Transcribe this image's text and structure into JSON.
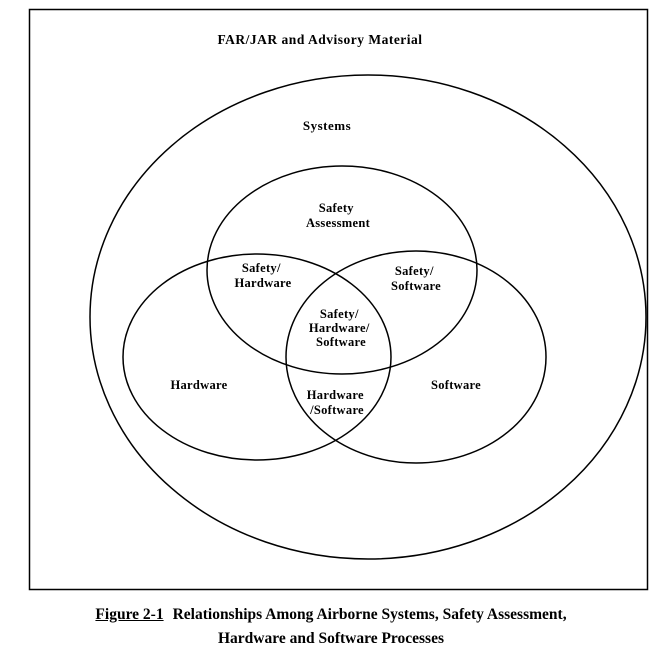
{
  "diagram": {
    "frame_title": "FAR/JAR and Advisory Material",
    "systems_label": "Systems",
    "safety_assessment": {
      "line1": "Safety",
      "line2": "Assessment"
    },
    "safety_hardware": {
      "line1": "Safety/",
      "line2": "Hardware"
    },
    "safety_software": {
      "line1": "Safety/",
      "line2": "Software"
    },
    "safety_hardware_software": {
      "line1": "Safety/",
      "line2": "Hardware/",
      "line3": "Software"
    },
    "hardware_label": "Hardware",
    "software_label": "Software",
    "hardware_software": {
      "line1": "Hardware",
      "line2": "/Software"
    }
  },
  "caption": {
    "figure_ref": "Figure 2-1",
    "line1": "Relationships Among Airborne Systems, Safety Assessment,",
    "line2": "Hardware and Software Processes"
  },
  "colors": {
    "line": "#000000",
    "background": "#ffffff",
    "text": "#000000"
  }
}
